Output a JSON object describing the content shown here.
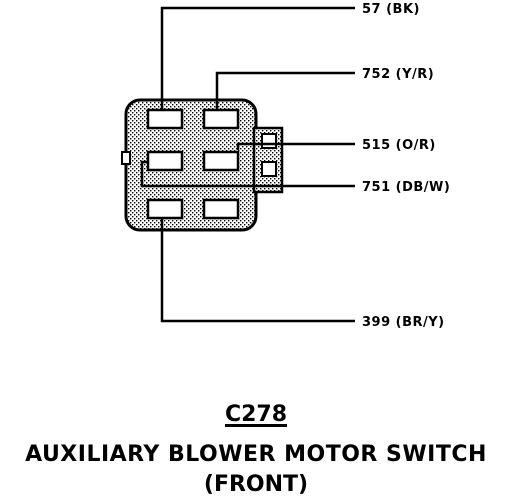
{
  "diagram": {
    "wires": [
      {
        "label": "57 (BK)"
      },
      {
        "label": "752 (Y/R)"
      },
      {
        "label": "515 (O/R)"
      },
      {
        "label": "751 (DB/W)"
      },
      {
        "label": "399 (BR/Y)"
      }
    ],
    "connector_id": "C278",
    "title": "AUXILIARY BLOWER MOTOR SWITCH",
    "subtitle": "(FRONT)"
  }
}
